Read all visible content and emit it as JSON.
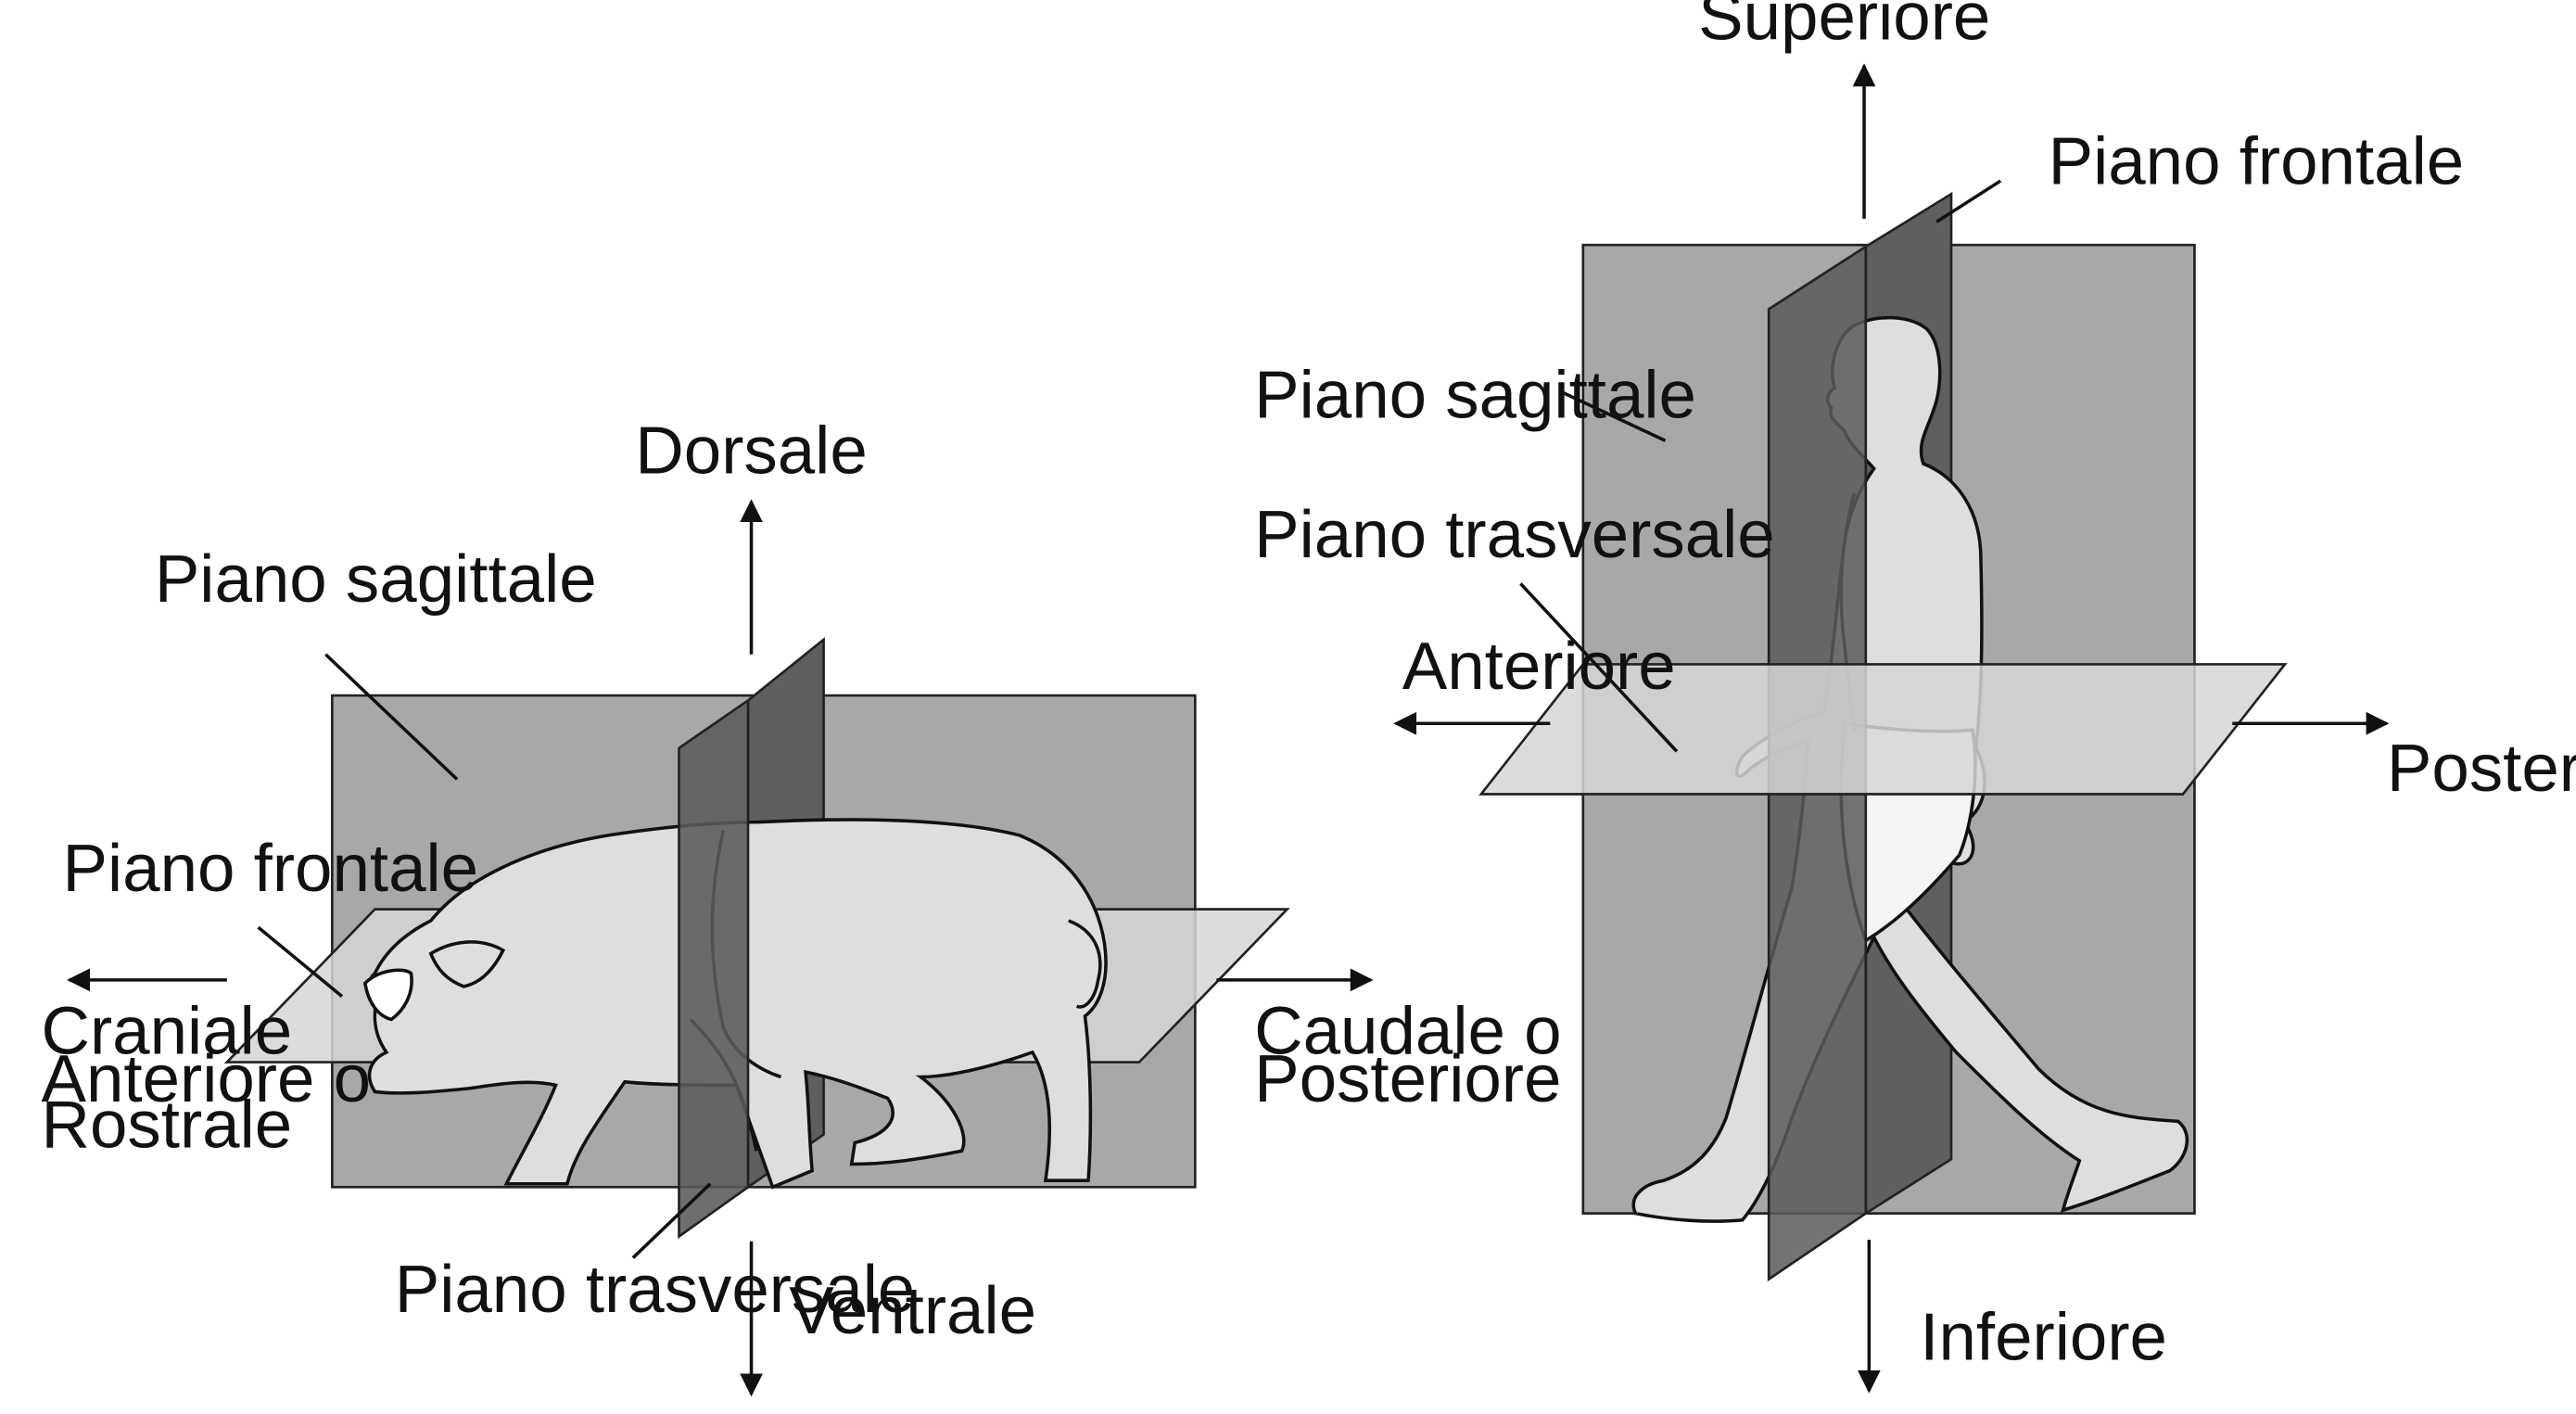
{
  "quadruped": {
    "dorsal": "Dorsale",
    "ventral": "Ventrale",
    "sagittal_plane": "Piano sagittale",
    "frontal_plane": "Piano frontale",
    "transverse_plane": "Piano trasversale",
    "cranial": [
      "Craniale",
      "Anteriore o",
      "Rostrale"
    ],
    "caudal": [
      "Caudale o",
      "Posteriore"
    ]
  },
  "human": {
    "superior": "Superiore",
    "inferior": "Inferiore",
    "frontal_plane": "Piano frontale",
    "sagittal_plane": "Piano sagittale",
    "transverse_plane": "Piano trasversale",
    "anterior": "Anteriore",
    "posterior": "Posteriore"
  },
  "colors": {
    "plane_light": "#a8a8a8",
    "plane_dark": "#5a5a5a",
    "plane_pale": "#d6d6d6",
    "body_fill": "#dedede",
    "ink": "#111111"
  }
}
